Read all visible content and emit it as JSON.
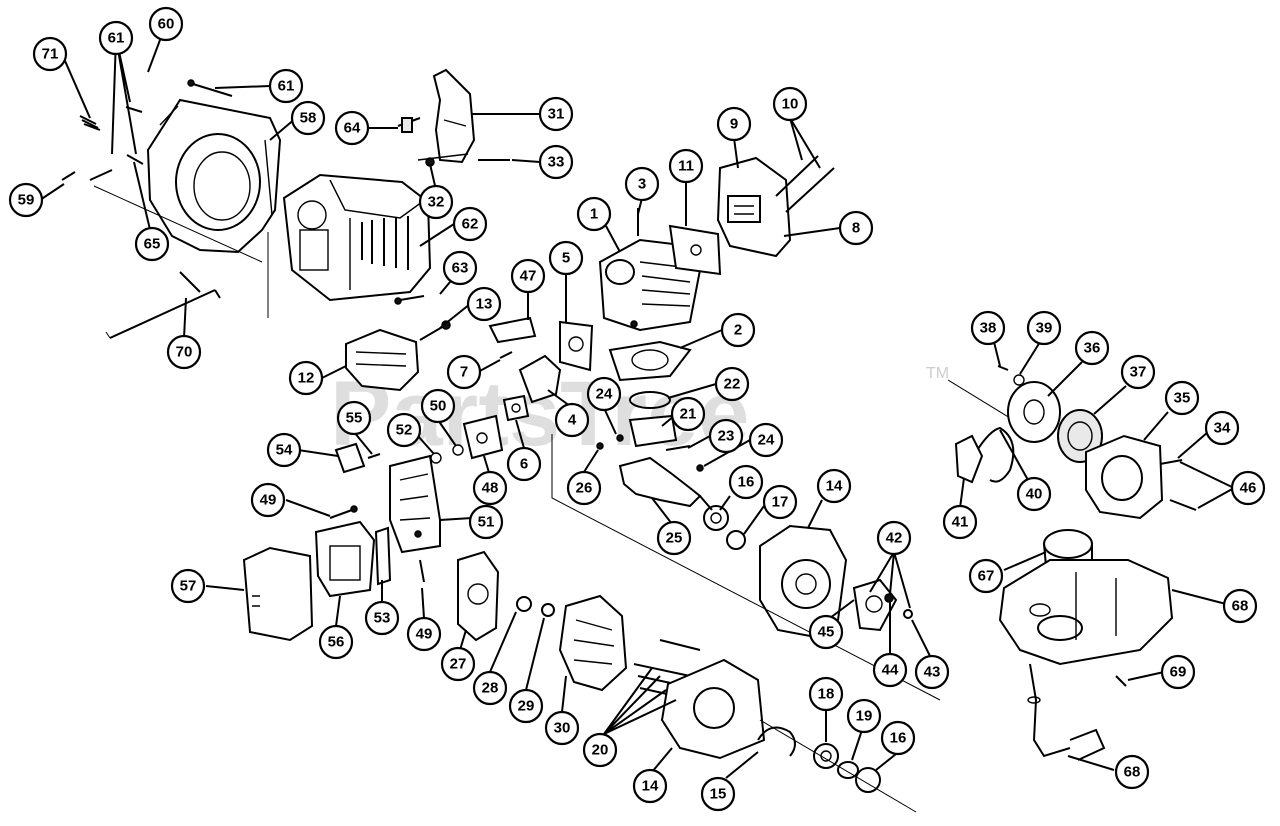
{
  "watermark": {
    "text": "PartsTree",
    "mark": "TM"
  },
  "callout_numbers": [
    "71",
    "61",
    "60",
    "61",
    "58",
    "64",
    "31",
    "33",
    "32",
    "59",
    "65",
    "62",
    "63",
    "13",
    "12",
    "70",
    "47",
    "5",
    "7",
    "4",
    "6",
    "1",
    "3",
    "11",
    "9",
    "10",
    "8",
    "2",
    "22",
    "24",
    "21",
    "23",
    "24",
    "26",
    "25",
    "16",
    "17",
    "14",
    "55",
    "54",
    "52",
    "50",
    "48",
    "51",
    "49",
    "57",
    "56",
    "53",
    "49",
    "27",
    "28",
    "29",
    "30",
    "20",
    "14",
    "15",
    "18",
    "19",
    "16",
    "45",
    "42",
    "44",
    "43",
    "38",
    "39",
    "36",
    "37",
    "35",
    "34",
    "46",
    "41",
    "40",
    "67",
    "68",
    "69",
    "68"
  ]
}
